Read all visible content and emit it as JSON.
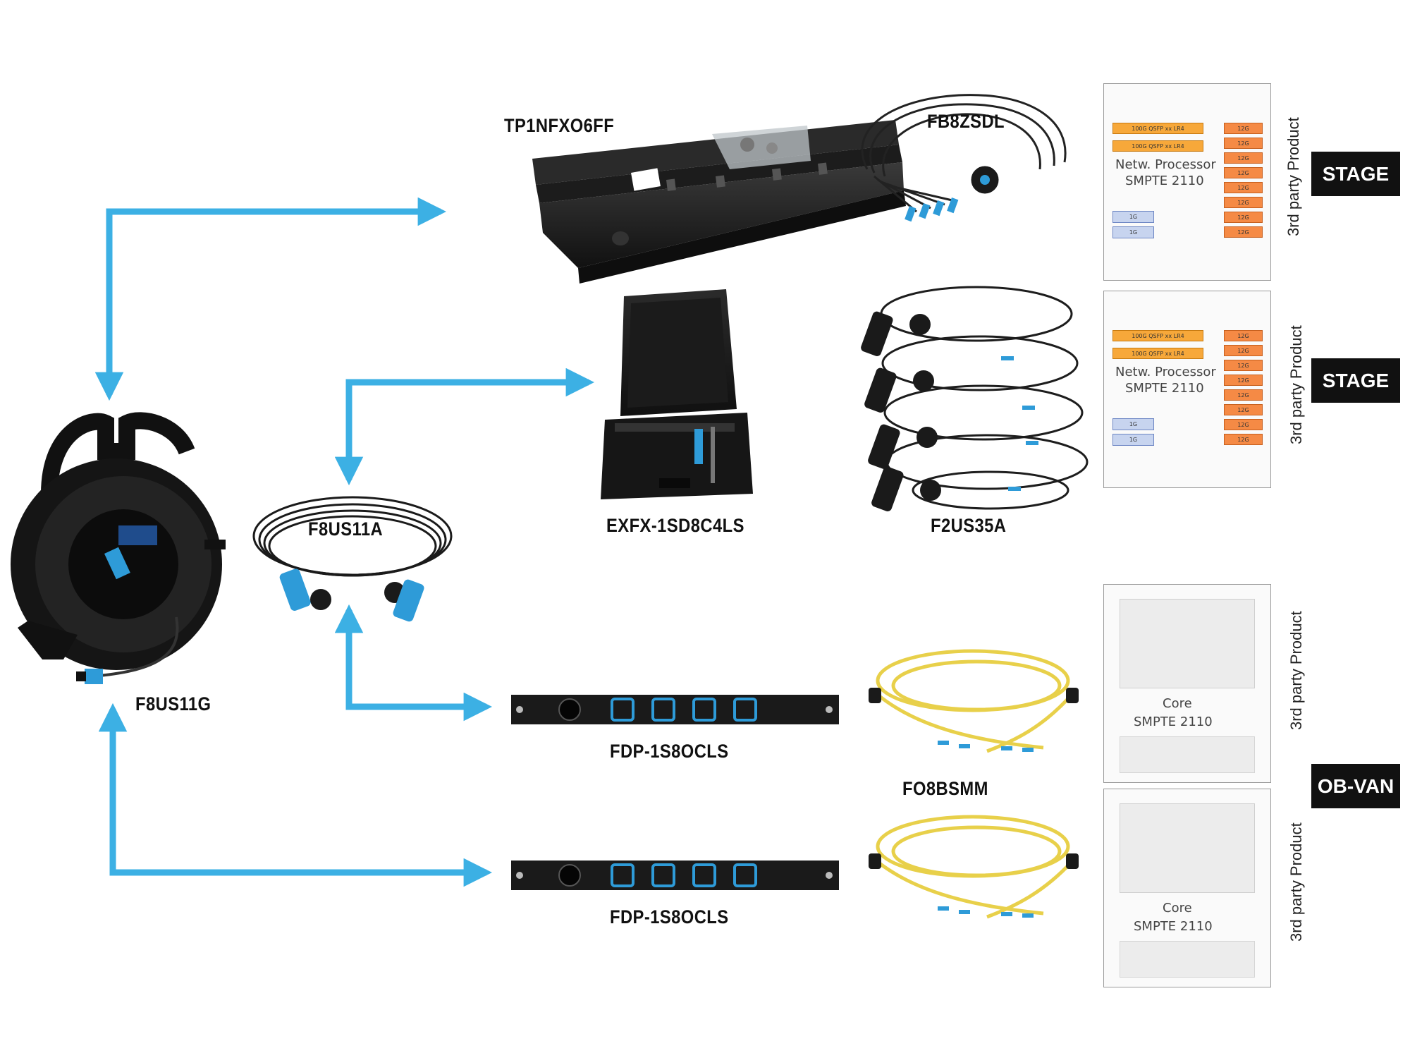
{
  "products": {
    "tp1nfxo6ff": "TP1NFXO6FF",
    "fb8zsdl": "FB8ZSDL",
    "f8us11g": "F8US11G",
    "f8us11a": "F8US11A",
    "exfx": "EXFX-1SD8C4LS",
    "f2us35a": "F2US35A",
    "fdp_1": "FDP-1S8OCLS",
    "fdp_2": "FDP-1S8OCLS",
    "fo8bsmm": "FO8BSMM"
  },
  "zones": {
    "stage_1": "STAGE",
    "stage_2": "STAGE",
    "obvan": "OB-VAN"
  },
  "third_party": {
    "label": "3rd party Product",
    "processor_line1": "Netw. Processor",
    "processor_line2": "SMPTE 2110",
    "core_line1": "Core",
    "core_line2": "SMPTE 2110",
    "port_100g": "100G QSFP xx LR4",
    "port_12g": "12G",
    "port_1g": "1G"
  },
  "colors": {
    "arrow": "#3cb0e4",
    "fibre_yellow": "#e8d04a",
    "connector_blue": "#2e9bd8",
    "tag_bg": "#111111"
  }
}
